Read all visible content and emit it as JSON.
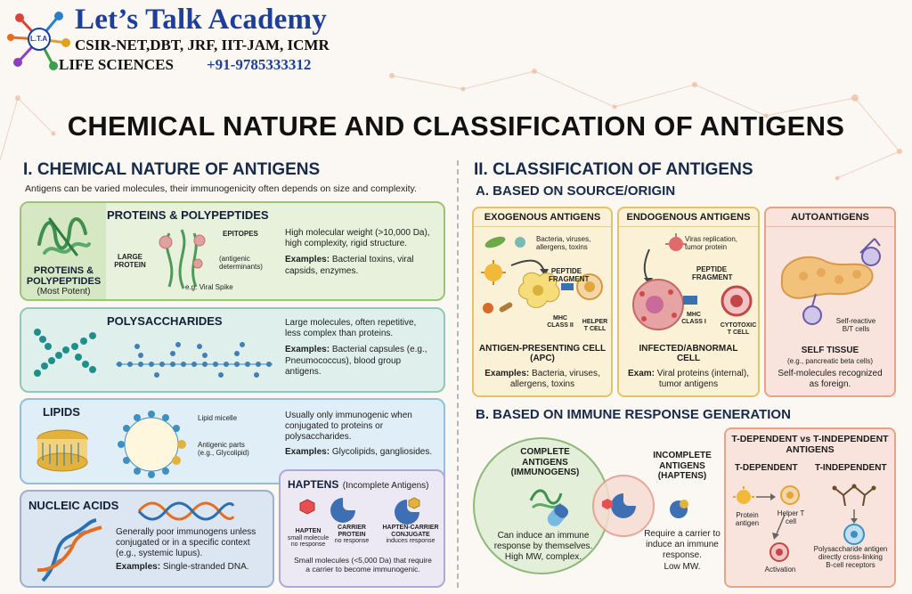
{
  "header": {
    "brand_title": "Let’s Talk Academy",
    "brand_sub": "CSIR-NET,DBT, JRF, IIT-JAM, ICMR",
    "brand_life": "LIFE SCIENCES",
    "brand_phone": "+91-9785333312",
    "logo_text": "L.T.A"
  },
  "main_title": "CHEMICAL NATURE AND CLASSIFICATION OF ANTIGENS",
  "left": {
    "title": "I. CHEMICAL NATURE OF ANTIGENS",
    "intro": "Antigens can be varied molecules, their immunogenicity often depends on size and complexity.",
    "proteins": {
      "title": "PROTEINS & POLYPEPTIDES",
      "side_label_1": "PROTEINS &",
      "side_label_2": "POLYPEPTIDES",
      "side_label_3": "(Most Potent)",
      "large_1": "LARGE",
      "large_2": "PROTEIN",
      "epitopes": "EPITOPES",
      "antigenic_1": "(antigenic",
      "antigenic_2": "determinants)",
      "viral": "e.g. Viral Spike",
      "desc_1": "High molecular weight (>10,000 Da),",
      "desc_2": "high complexity, rigid structure.",
      "ex_label": "Examples:",
      "ex_1": "Bacterial toxins, viral",
      "ex_2": "capsids, enzymes."
    },
    "polysaccharides": {
      "title": "POLYSACCHARIDES",
      "desc_1": "Large molecules, often repetitive,",
      "desc_2": "less complex than proteins.",
      "ex_label": "Examples:",
      "ex_1": "Bacterial capsules (e.g.,",
      "ex_2": "Pneumococcus), blood group",
      "ex_3": "antigens."
    },
    "lipids": {
      "title": "LIPIDS",
      "micelle": "Lipid micelle",
      "antigenic_1": "Antigenic parts",
      "antigenic_2": "(e.g., Glycolipid)",
      "desc_1": "Usually only immunogenic when",
      "desc_2": "conjugated to proteins or",
      "desc_3": "polysaccharides.",
      "ex_label": "Examples:",
      "ex_1": "Glycolipids, gangliosides."
    },
    "nucleic": {
      "title": "NUCLEIC ACIDS",
      "desc_1": "Generally poor immunogens unless",
      "desc_2": "conjugated or in a specific context",
      "desc_3": "(e.g., systemic lupus).",
      "ex_label": "Examples:",
      "ex_1": "Single-stranded DNA."
    },
    "haptens": {
      "title": "HAPTENS",
      "subtitle": "(Incomplete Antigens)",
      "hapten": "HAPTEN",
      "hapten_sub": "small molecule",
      "hapten_sub2": "no response",
      "carrier_1": "CARRIER",
      "carrier_2": "PROTEIN",
      "carrier_sub": "no response",
      "conj_1": "HAPTEN-CARRIER",
      "conj_2": "CONJUGATE",
      "conj_sub": "induces response",
      "desc_1": "Small molecules (<5,000 Da) that require",
      "desc_2": "a carrier to become immunogenic."
    }
  },
  "right": {
    "title": "II. CLASSIFICATION OF ANTIGENS",
    "sub_a": "A. BASED ON SOURCE/ORIGIN",
    "exo": {
      "title": "EXOGENOUS ANTIGENS",
      "bact_1": "Bacteria, viruses,",
      "bact_2": "allergens, toxins",
      "peptide_1": "PEPTIDE",
      "peptide_2": "FRAGMENT",
      "mhc_1": "MHC",
      "mhc_2": "CLASS II",
      "helper_1": "HELPER",
      "helper_2": "T CELL",
      "apc_1": "ANTIGEN-PRESENTING CELL",
      "apc_2": "(APC)",
      "ex_label": "Examples:",
      "ex_1": "Bacteria, viruses,",
      "ex_2": "allergens, toxins"
    },
    "endo": {
      "title": "ENDOGENOUS ANTIGENS",
      "vir_1": "Viras replication,",
      "vir_2": "tumor protein",
      "peptide_1": "PEPTIDE",
      "peptide_2": "FRAGMENT",
      "mhc_1": "MHC",
      "mhc_2": "CLASS I",
      "cyto_1": "CYTOTOXIC",
      "cyto_2": "T CELL",
      "inf_1": "INFECTED/ABNORMAL",
      "inf_2": "CELL",
      "ex_label": "Exam:",
      "ex_1": "Viral proteins (internal),",
      "ex_2": "tumor antigens"
    },
    "auto": {
      "title": "AUTOANTIGENS",
      "self_1": "Self-reactive",
      "self_2": "B/T cells",
      "tissue": "SELF TISSUE",
      "tissue_sub": "(e.g., pancreatic beta cells)",
      "desc_1": "Self-molecules recognized",
      "desc_2": "as foreign."
    },
    "sub_b": "B. BASED ON IMMUNE RESPONSE GENERATION",
    "complete": {
      "t1": "COMPLETE",
      "t2": "ANTIGENS",
      "t3": "(IMMUNOGENS)",
      "d1": "Can induce an immune",
      "d2": "response by themselves.",
      "d3": "High MW, complex."
    },
    "incomplete": {
      "t1": "INCOMPLETE",
      "t2": "ANTIGENS",
      "t3": "(HAPTENS)",
      "d1": "Require a carrier to",
      "d2": "induce an immune",
      "d3": "response.",
      "d4": "Low MW."
    },
    "tdep": {
      "title_1": "T-DEPENDENT vs T-INDEPENDENT",
      "title_2": "ANTIGENS",
      "dep": "T-DEPENDENT",
      "indep": "T-INDEPENDENT",
      "protein_1": "Protein",
      "protein_2": "antigen",
      "helper_1": "Helper T",
      "helper_2": "cell",
      "activation": "Activation",
      "poly_1": "Polysaccharide antigen",
      "poly_2": "directly cross-linking",
      "poly_3": "B-cell receptors"
    }
  },
  "colors": {
    "brand_blue": "#1d3f9a",
    "section_navy": "#162a4a",
    "protein_green": "#3f8f4e",
    "polysaccharide_teal": "#1f8f8c",
    "lipid_yellow": "#e3b23c"
  }
}
